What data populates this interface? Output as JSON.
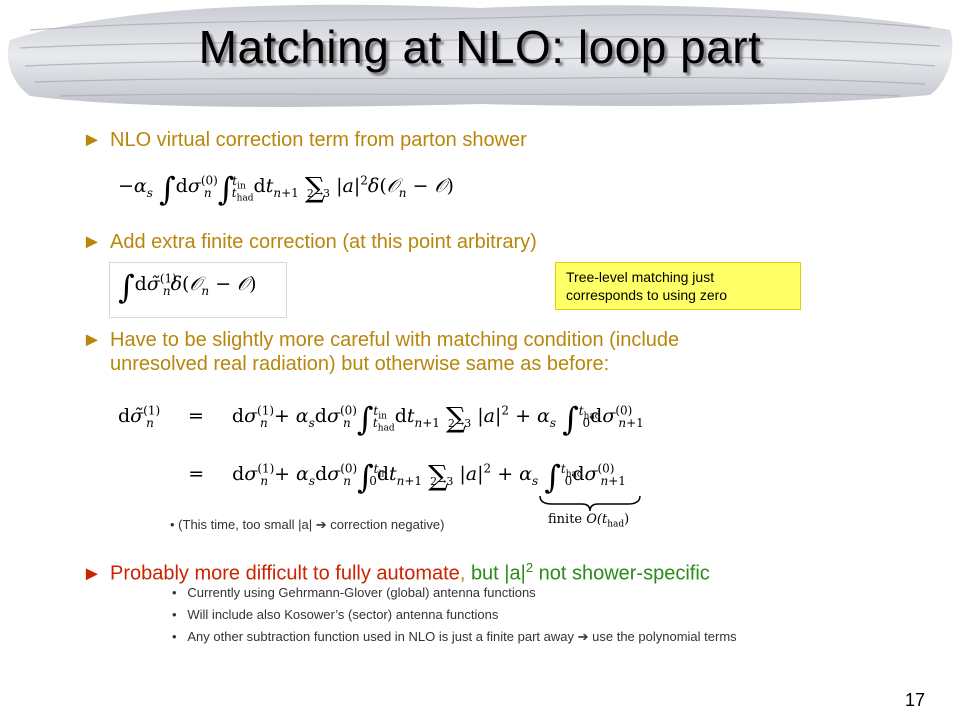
{
  "title": "Matching at NLO: loop part",
  "bullets": {
    "b1": "NLO virtual correction term from parton shower",
    "b2": "Add extra finite correction (at this point arbitrary)",
    "b3_line1": "Have to be slightly more careful with matching condition (include",
    "b3_line2": "unresolved real radiation) but otherwise same as before:",
    "b4_red": "Probably more difficult to fully automate",
    "b4_gold": ", ",
    "b4_green1": "but |a|",
    "b4_sup": "2",
    "b4_green2": " not shower-specific"
  },
  "arrow_glyph": "►",
  "note": {
    "line1": "Tree-level matching just",
    "line2": "corresponds to using zero"
  },
  "sub_note": "(This time, too small |a|",
  "sub_note_arrow": "➔",
  "sub_note_tail": "correction negative)",
  "finite_label": "finite",
  "finite_expr": "O(t",
  "finite_sub": "had",
  "sub_bullets": [
    "Currently using Gehrmann-Glover (global) antenna functions",
    "Will include also Kosower’s (sector) antenna functions",
    "Any other subtraction function used in NLO is just a finite part away"
  ],
  "sub_bullet3_arrow": "➔",
  "sub_bullet3_tail": "use the polynomial terms",
  "page_number": "17",
  "colors": {
    "gold": "#b8860b",
    "red": "#cc2200",
    "green": "#2a8a1a",
    "note_bg": "#ffff66"
  }
}
